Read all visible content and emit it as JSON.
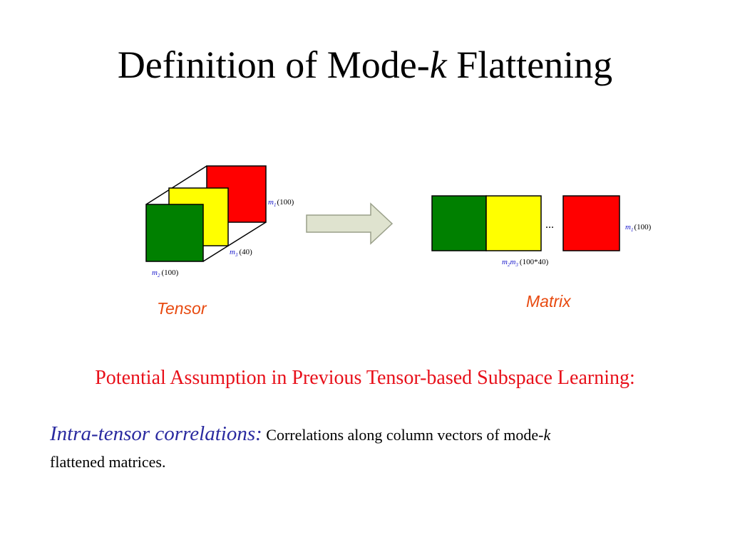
{
  "title": {
    "prefix": "Definition of Mode-",
    "var": "k",
    "suffix": " Flattening"
  },
  "tensor": {
    "caption": "Tensor",
    "dims": [
      {
        "var": "m",
        "sub": "1",
        "size": "(100)"
      },
      {
        "var": "m",
        "sub": "3",
        "size": "(40)"
      },
      {
        "var": "m",
        "sub": "2",
        "size": "(100)"
      }
    ]
  },
  "matrix": {
    "caption": "Matrix",
    "ellipsis": "...",
    "row_label": {
      "var": "m",
      "sub": "1",
      "size": "(100)"
    },
    "col_label": {
      "var1": "m",
      "sub1": "2",
      "var2": "m",
      "sub2": "3",
      "size": "(100*40)"
    }
  },
  "assumption": "Potential Assumption in Previous Tensor-based Subspace Learning:",
  "intra": {
    "lead": "Intra-tensor correlations:",
    "text_prefix": "Correlations along column vectors of mode-",
    "text_var": "k",
    "text_suffix": "flattened matrices."
  },
  "colors": {
    "green": "#008000",
    "yellow": "#ffff00",
    "red": "#ff0000",
    "arrow_fill": "#dfe3cf",
    "arrow_stroke": "#9aa08a",
    "caption": "#e84a10",
    "assumption": "#e8101a",
    "lead": "#2a2aa0"
  }
}
